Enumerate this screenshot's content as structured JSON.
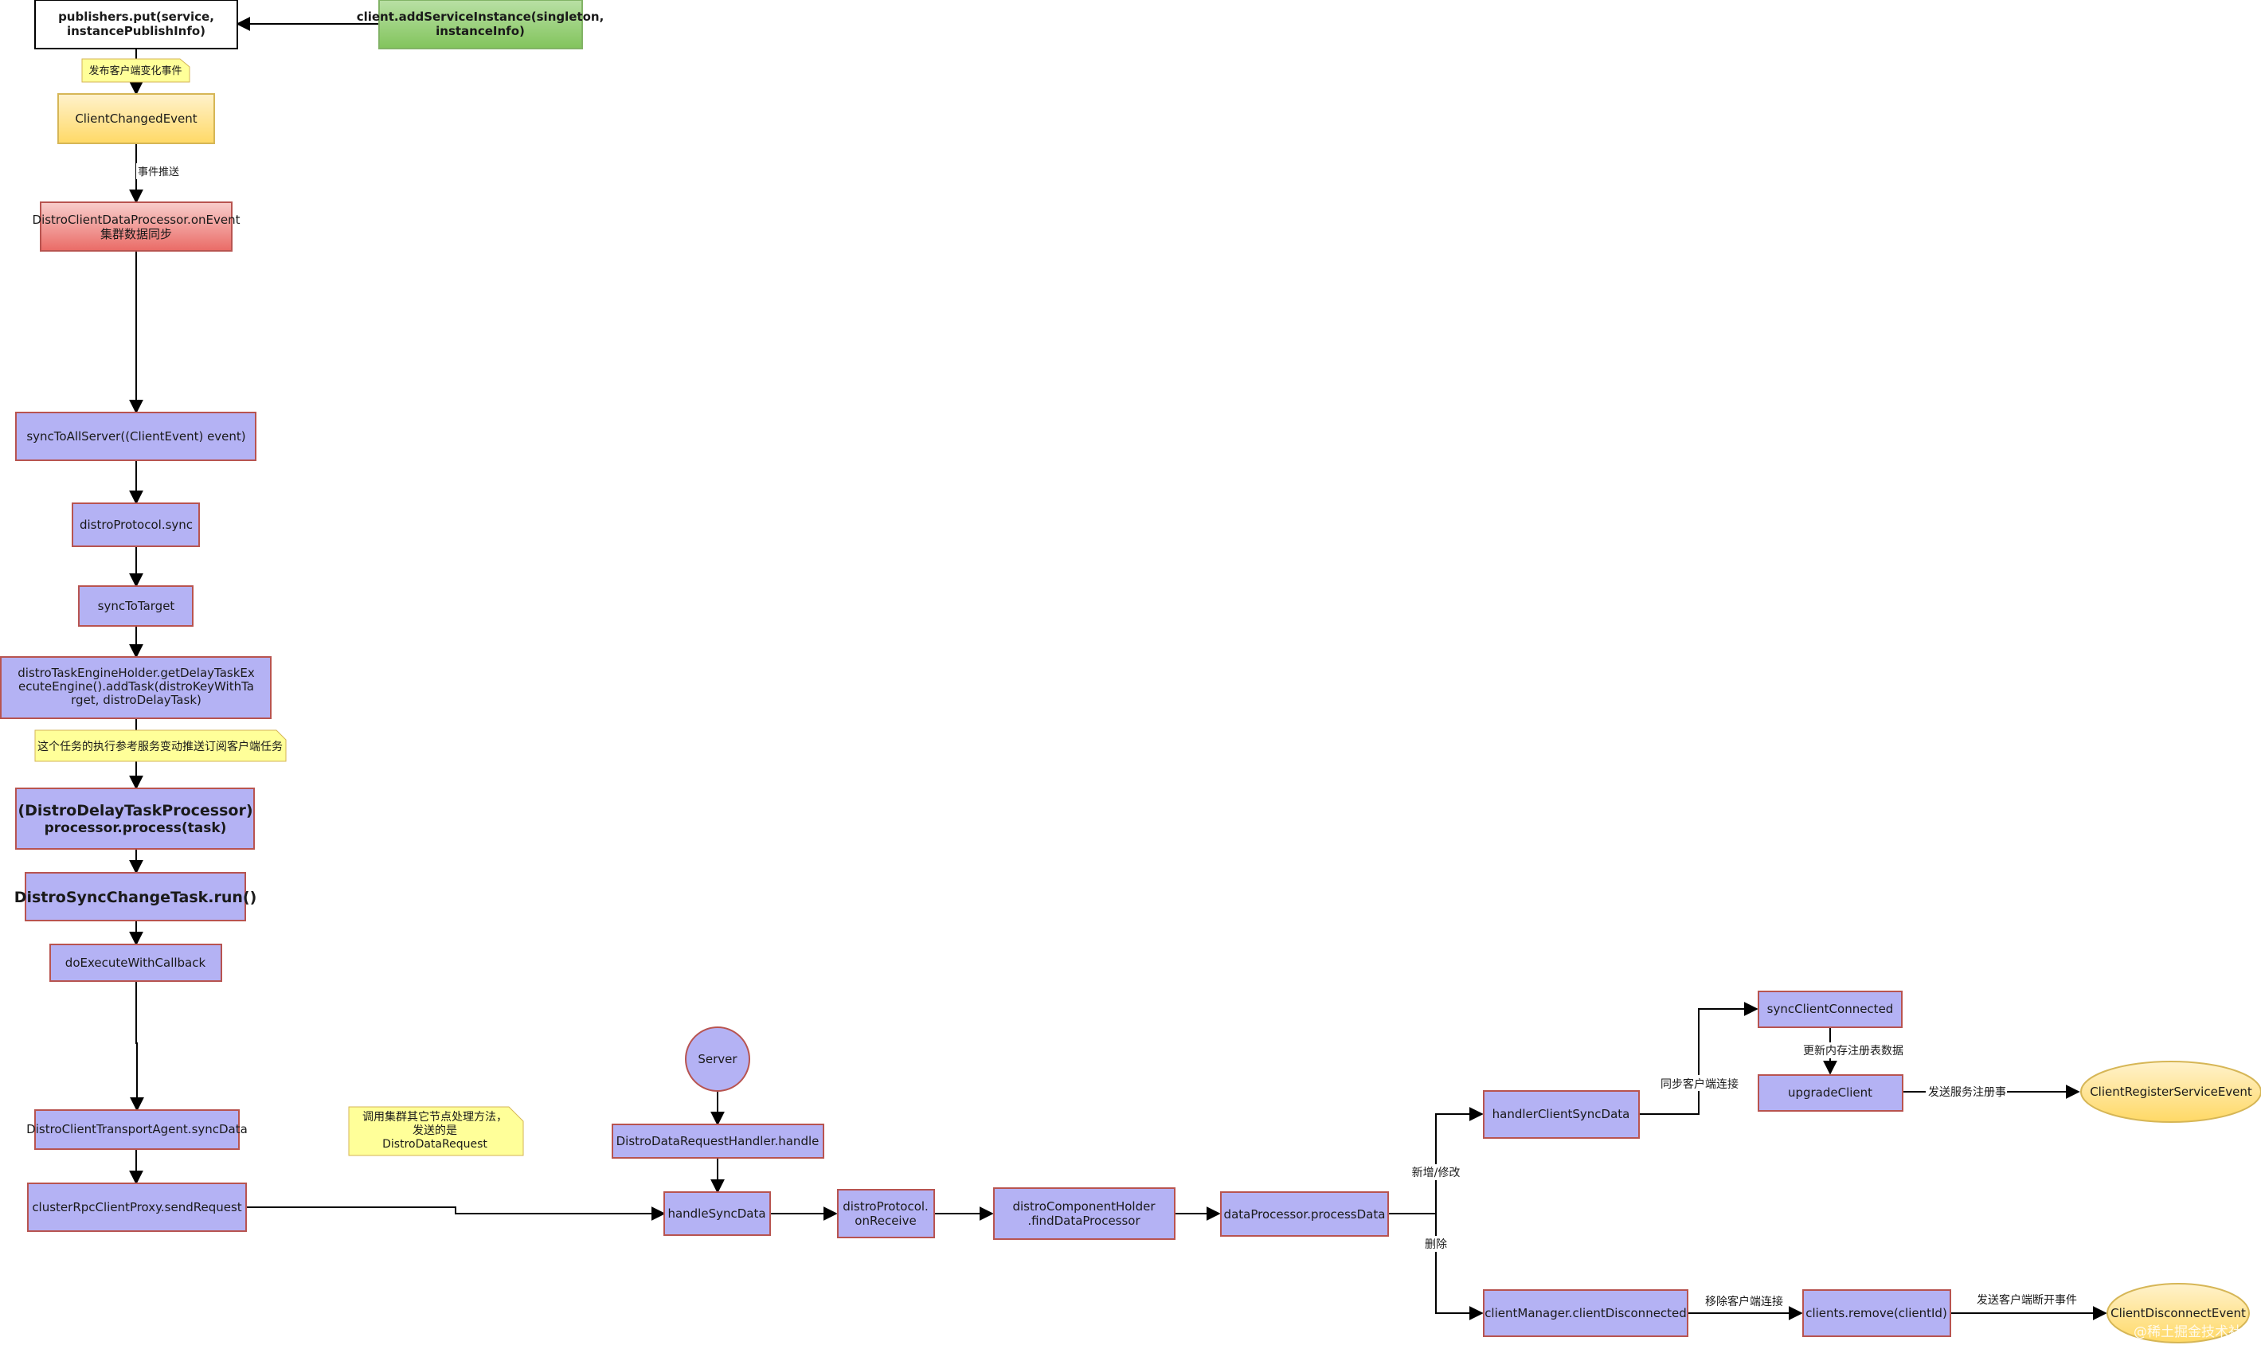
{
  "nodes": {
    "publishers_put": [
      "publishers.put(service,",
      "instancePublishInfo)"
    ],
    "add_service_instance": [
      "client.addServiceInstance(singleton,",
      "instanceInfo)"
    ],
    "client_changed_event": [
      "ClientChangedEvent"
    ],
    "distro_client_on_event": [
      "DistroClientDataProcessor.onEvent",
      "集群数据同步"
    ],
    "sync_to_all_server": [
      "syncToAllServer((ClientEvent) event)"
    ],
    "distro_protocol_sync": [
      "distroProtocol.sync"
    ],
    "sync_to_target": [
      "syncToTarget"
    ],
    "add_task": [
      "distroTaskEngineHolder.getDelayTaskEx",
      "ecuteEngine().addTask(distroKeyWithTa",
      "rget, distroDelayTask)"
    ],
    "delay_task_processor": [
      "(DistroDelayTaskProcessor)",
      "processor.process(task)"
    ],
    "sync_change_task_run": [
      "DistroSyncChangeTask.run()"
    ],
    "do_execute_with_callback": [
      "doExecuteWithCallback"
    ],
    "transport_agent_sync_data": [
      "DistroClientTransportAgent.syncData"
    ],
    "cluster_rpc_send_request": [
      "clusterRpcClientProxy.sendRequest"
    ],
    "server": [
      "Server"
    ],
    "request_handler_handle": [
      "DistroDataRequestHandler.handle"
    ],
    "handle_sync_data": [
      "handleSyncData"
    ],
    "distro_protocol_on_receive": [
      "distroProtocol.",
      "onReceive"
    ],
    "find_data_processor": [
      "distroComponentHolder",
      ".findDataProcessor"
    ],
    "process_data": [
      "dataProcessor.processData"
    ],
    "handler_client_sync_data": [
      "handlerClientSyncData"
    ],
    "sync_client_connected": [
      "syncClientConnected"
    ],
    "upgrade_client": [
      "upgradeClient"
    ],
    "client_register_service_event": [
      "ClientRegisterServiceEvent"
    ],
    "client_disconnected": [
      "clientManager.clientDisconnected"
    ],
    "clients_remove": [
      "clients.remove(clientId)"
    ],
    "client_disconnect_event": [
      "ClientDisconnectEvent"
    ]
  },
  "notes": {
    "publish_change_event": [
      "发布客户端变化事件"
    ],
    "task_execution_reference": [
      "这个任务的执行参考服务变动推送订阅客户端任务"
    ],
    "call_other_nodes": [
      "调用集群其它节点处理方法，",
      "发送的是",
      "DistroDataRequest"
    ]
  },
  "edge_labels": {
    "event_push": "事件推送",
    "add_or_modify": "新增/修改",
    "delete": "删除",
    "sync_client_connection": "同步客户端连接",
    "update_registry_data": "更新内存注册表数据",
    "send_service_register_event": "发送服务注册事",
    "remove_client_connection": "移除客户端连接",
    "send_client_disconnect_event": "发送客户端断开事件"
  },
  "watermark": "@稀土掘金技术社区",
  "colors": {
    "purple_fill": "#b4b2f4",
    "purple_stroke": "#b85450",
    "yellow_fill": "#ffd966",
    "red_fill": "#f08080",
    "green_fill": "#97d077",
    "note_fill": "#ffff99",
    "ellipse_fill": "#ffe066",
    "edge": "#000000"
  }
}
